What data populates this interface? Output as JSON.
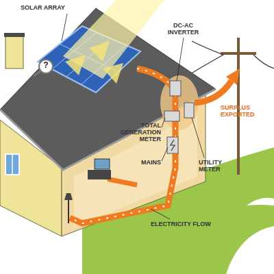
{
  "diagram": {
    "labels": [
      "SOLAR ARRAY",
      "?",
      "DC-AC INVERTER",
      "TOTAL GENERATION METER",
      "SURPLUS EXPORTED",
      "MAINS",
      "UTILITY METER",
      "ELECTRICITY FLOW"
    ]
  }
}
